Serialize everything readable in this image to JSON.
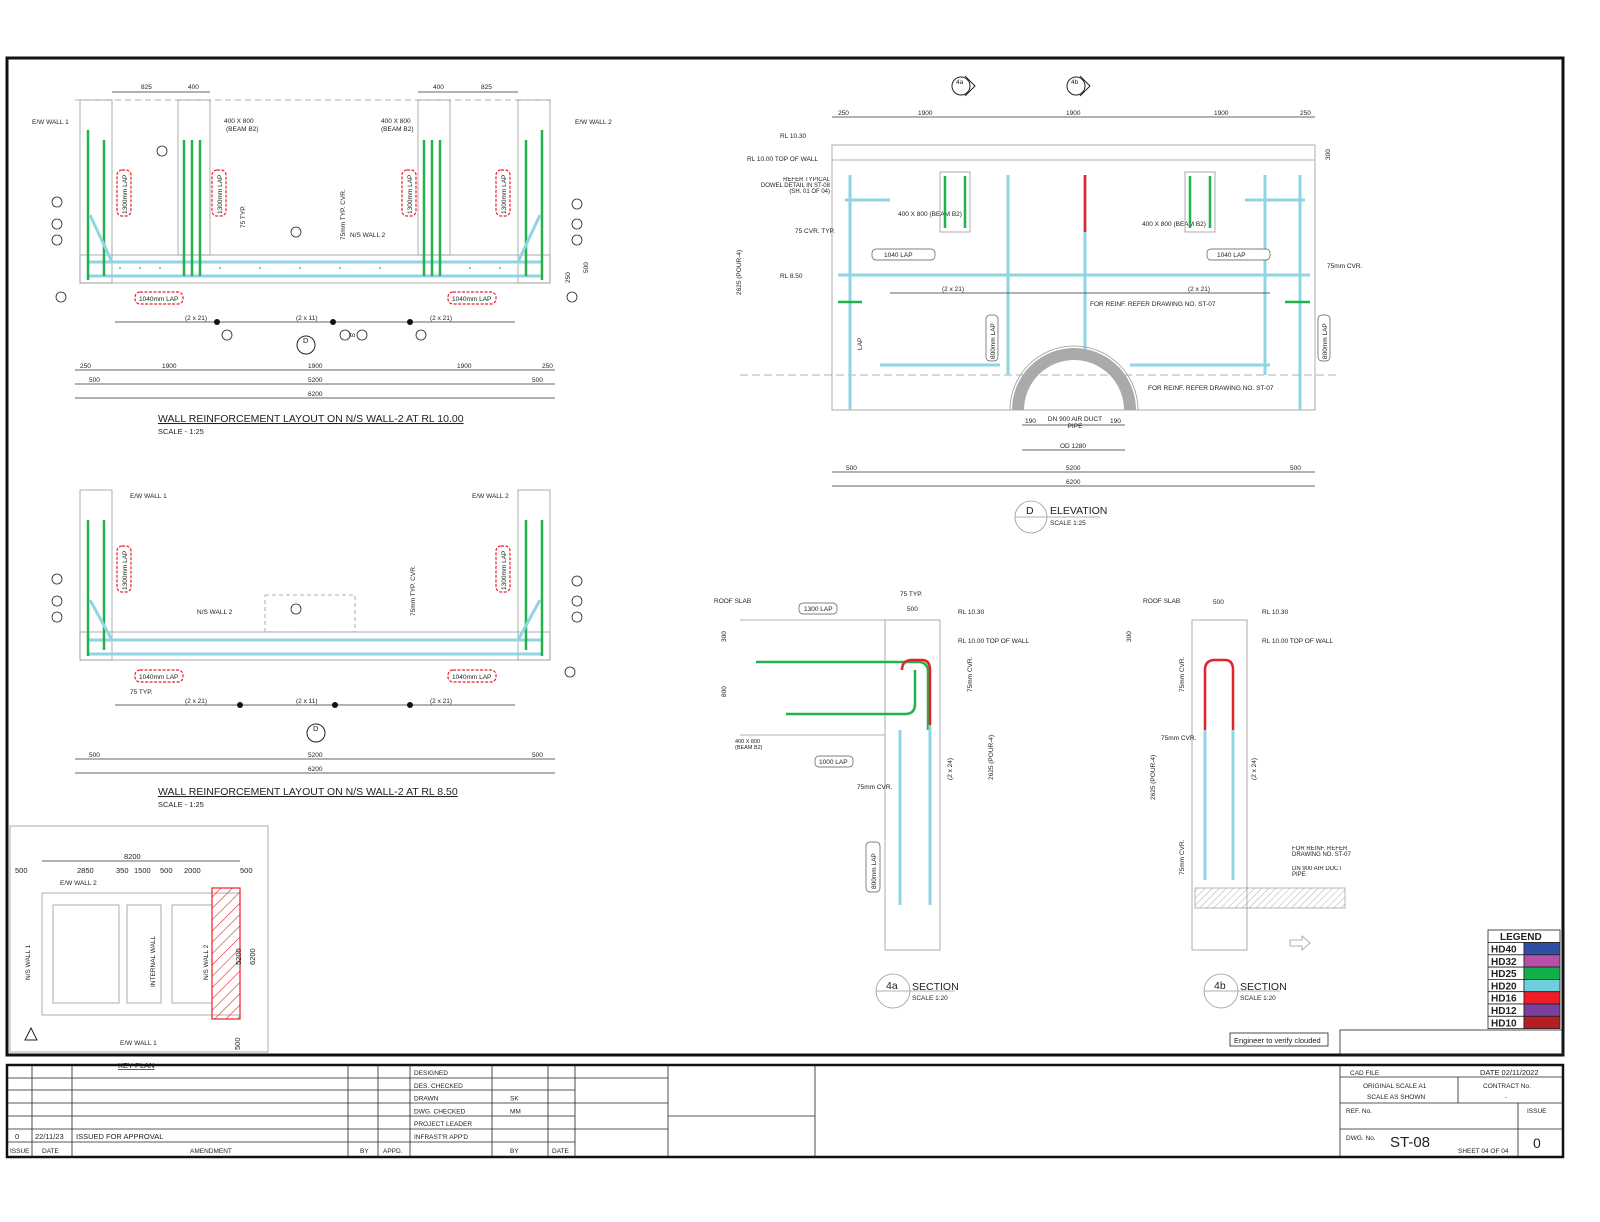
{
  "plan_top": {
    "title": "WALL REINFORCEMENT LAYOUT ON N/S WALL-2 AT RL 10.00",
    "scale": "SCALE - 1:25",
    "top_dims": [
      "825",
      "400",
      "400",
      "825"
    ],
    "bottom_dims_1": [
      "250",
      "1900",
      "1900",
      "1900",
      "250"
    ],
    "bottom_dims_2": [
      "500",
      "5200",
      "500"
    ],
    "overall": "6200",
    "ew_wall_1": "E/W WALL 1",
    "ew_wall_2": "E/W WALL 2",
    "beam": "400 X 800",
    "beam_sub": "(BEAM B2)",
    "lap_1300": "1300mm LAP",
    "lap_1040": "1040mm LAP",
    "spacing_21": "(2 x 21)",
    "spacing_11": "(2 x 11)",
    "ns_wall": "N/S WALL 2",
    "cover": "75mm TYP. CVR.",
    "typ": "75 TYP.",
    "side_dim": "500",
    "side_dim2": "250",
    "section_mark": "D",
    "to": "to"
  },
  "plan_bottom": {
    "title": "WALL REINFORCEMENT LAYOUT ON N/S WALL-2 AT RL 8.50",
    "scale": "SCALE - 1:25",
    "typ": "75 TYP.",
    "dims": [
      "500",
      "5200",
      "500"
    ],
    "overall": "6200"
  },
  "key_plan": {
    "title": "KEY PLAN",
    "dims_top": [
      "500",
      "2850",
      "350",
      "1500",
      "500",
      "2000",
      "500"
    ],
    "overall": "8200",
    "ew_wall_2": "E/W WALL 2",
    "ew_wall_1": "E/W WALL 1",
    "ns_wall_1": "N/S WALL 1",
    "ns_wall_2": "N/S WALL 2",
    "internal_wall": "INTERNAL WALL",
    "dim_5200": "5200",
    "dim_6200": "6200",
    "dim_500": "500"
  },
  "elevation": {
    "title": "ELEVATION",
    "scale": "SCALE 1:25",
    "mark": "D",
    "marker_4a": "4a",
    "marker_4b": "4b",
    "top_dims": [
      "250",
      "1900",
      "1900",
      "1900",
      "250"
    ],
    "rl_1030": "RL 10.30",
    "rl_1000": "RL 10.00 TOP OF WALL",
    "rl_850": "RL 8.50",
    "pour": "2625 (POUR-4)",
    "dowel": "REFER TYPICAL DOWEL DETAIL IN ST-08 (SH. 01 OF 04)",
    "cvr_75": "75 CVR. TYP.",
    "cvr_75mm": "75mm CVR.",
    "beam": "400 X 800 (BEAM B2)",
    "lap_1040": "1040 LAP",
    "spacing": "(2 x 21)",
    "refer": "FOR REINF. REFER DRAWING NO. ST-07",
    "lap": "LAP",
    "lap_800": "800mm LAP",
    "pipe": "DN 900 AIR DUCT PIPE",
    "d190": "190",
    "od": "OD 1280",
    "bottom_dims": [
      "500",
      "5200",
      "500"
    ],
    "overall": "6200",
    "dim_300": "300"
  },
  "section_4a": {
    "mark": "4a",
    "title": "SECTION",
    "scale": "SCALE 1:20",
    "roof_slab": "ROOF SLAB",
    "lap_1300": "1300 LAP",
    "typ": "75 TYP.",
    "d500": "500",
    "rl_1030": "RL 10.30",
    "rl_1000": "RL 10.00 TOP OF WALL",
    "d300": "300",
    "d800": "800",
    "beam": "400 X 800 (BEAM B2)",
    "lap_1000": "1000 LAP",
    "cvr": "75mm CVR.",
    "pour": "2625 (POUR-4)",
    "spacing": "(2 x 24)",
    "lap_800": "800mm LAP"
  },
  "section_4b": {
    "mark": "4b",
    "title": "SECTION",
    "scale": "SCALE 1:20",
    "roof_slab": "ROOF SLAB",
    "d500": "500",
    "rl_1030": "RL 10.30",
    "rl_1000": "RL 10.00 TOP OF WALL",
    "cvr": "75mm CVR.",
    "pour": "2625 (POUR-4)",
    "spacing": "(2 x 24)",
    "refer": "FOR REINF. REFER DRAWING NO. ST-07",
    "pipe": "DN 900 AIR DUCT PIPE",
    "d300": "300"
  },
  "legend": {
    "title": "LEGEND",
    "items": [
      {
        "label": "HD40",
        "color": "#2e4fa3"
      },
      {
        "label": "HD32",
        "color": "#b84fa8"
      },
      {
        "label": "HD25",
        "color": "#12b04a"
      },
      {
        "label": "HD20",
        "color": "#6fcfdc"
      },
      {
        "label": "HD16",
        "color": "#ee1c25"
      },
      {
        "label": "HD12",
        "color": "#7b3f9e"
      },
      {
        "label": "HD10",
        "color": "#b31f24"
      }
    ]
  },
  "note": "Engineer to verify clouded",
  "title_block": {
    "revision": {
      "issue": "0",
      "date": "22/11/23",
      "amendment": "ISSUED FOR APPROVAL"
    },
    "headers": {
      "issue": "ISSUE",
      "date": "DATE",
      "amendment": "AMENDMENT",
      "by": "BY",
      "appd": "APPD."
    },
    "roles": [
      {
        "role": "DESIGNED",
        "by": ""
      },
      {
        "role": "DES. CHECKED",
        "by": ""
      },
      {
        "role": "DRAWN",
        "by": "SK"
      },
      {
        "role": "DWG. CHECKED",
        "by": "MM"
      },
      {
        "role": "PROJECT LEADER",
        "by": ""
      },
      {
        "role": "INFRAST'R APP'D",
        "by": ""
      }
    ],
    "roles_footer": {
      "by": "BY",
      "date": "DATE"
    },
    "cad_file": "CAD FILE",
    "date": "DATE 02/11/2022",
    "original_scale": "ORIGINAL SCALE A1",
    "scale_as_shown": "SCALE AS SHOWN",
    "contract_no": "CONTRACT No.",
    "contract_value": "-",
    "ref_no": "REF. No.",
    "issue_label": "ISSUE",
    "dwg_no_label": "DWG. No.",
    "dwg_no": "ST-08",
    "sheet": "SHEET 04 OF 04",
    "issue_value": "0"
  }
}
